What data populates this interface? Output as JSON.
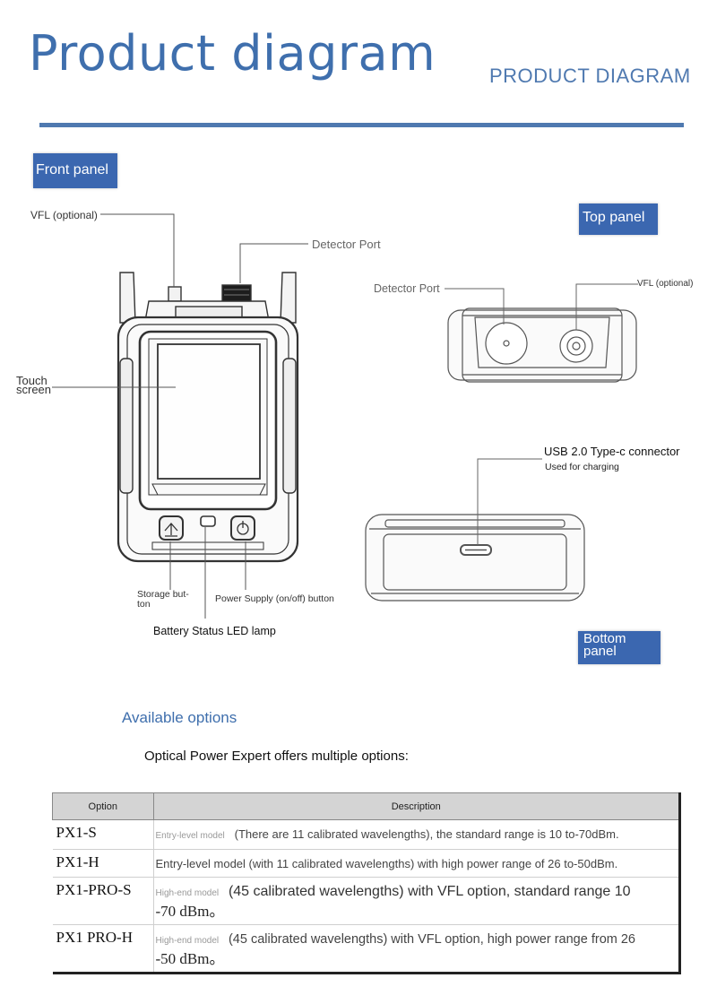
{
  "header": {
    "title": "Product diagram",
    "subtitle": "PRODUCT DIAGRAM"
  },
  "front_panel": {
    "tag": "Front panel",
    "labels": {
      "vfl": "VFL (optional)",
      "detector_port": "Detector Port",
      "touch_screen_1": "Touch",
      "touch_screen_2": "screen",
      "storage_button_1": "Storage but-",
      "storage_button_2": "ton",
      "power_button": "Power Supply (on/off) button",
      "battery_led": "Battery Status LED lamp"
    }
  },
  "top_panel": {
    "tag": "Top panel",
    "labels": {
      "detector_port": "Detector Port",
      "vfl": "VFL (optional)"
    }
  },
  "bottom_panel": {
    "tag_line1": "Bottom",
    "tag_line2": "panel",
    "labels": {
      "usb": "USB 2.0 Type-c connector",
      "usb_note": "Used for charging"
    }
  },
  "options": {
    "heading": "Available options",
    "intro": "Optical Power Expert offers multiple options:",
    "columns": [
      "Option",
      "Description"
    ],
    "rows": [
      {
        "name": "PX1-S",
        "level": "Entry-level model",
        "desc": "(There are 11 calibrated wavelengths), the standard range is 10 to-70dBm."
      },
      {
        "name": "PX1-H",
        "desc": "Entry-level model (with 11 calibrated wavelengths) with high power range of 26 to-50dBm."
      },
      {
        "name": "PX1-PRO-S",
        "level": "High-end model",
        "desc_line1": "(45 calibrated wavelengths) with VFL option, standard range 10",
        "desc_line2": "-70 dBm。"
      },
      {
        "name": "PX1 PRO-H",
        "level": "High-end model",
        "desc_line1": "(45 calibrated wavelengths) with VFL option, high power range from 26",
        "desc_line2": "-50 dBm。"
      }
    ]
  }
}
